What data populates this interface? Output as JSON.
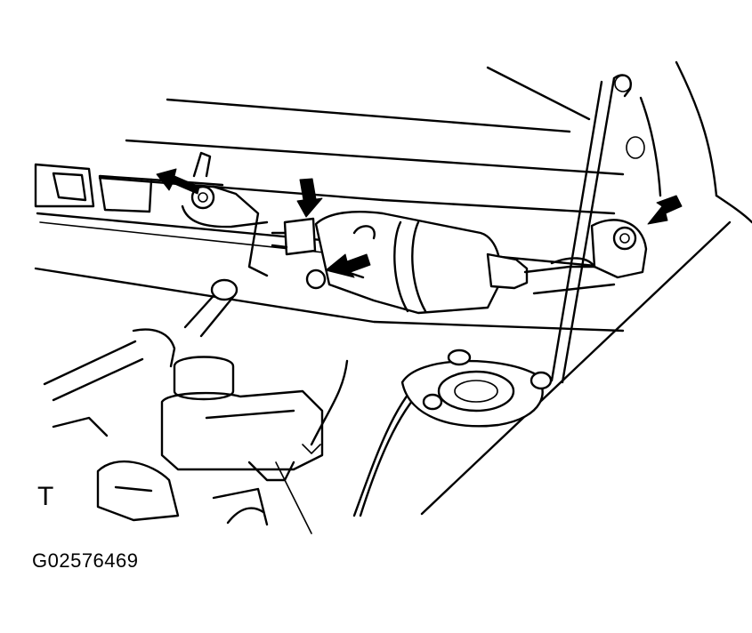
{
  "figure": {
    "view_mark": "T",
    "figure_id": "G02576469"
  },
  "callouts": [
    {
      "name": "arrow-bracket-bolt-left"
    },
    {
      "name": "arrow-connector-top"
    },
    {
      "name": "arrow-connector-lower"
    },
    {
      "name": "arrow-mount-bolt-right"
    }
  ]
}
